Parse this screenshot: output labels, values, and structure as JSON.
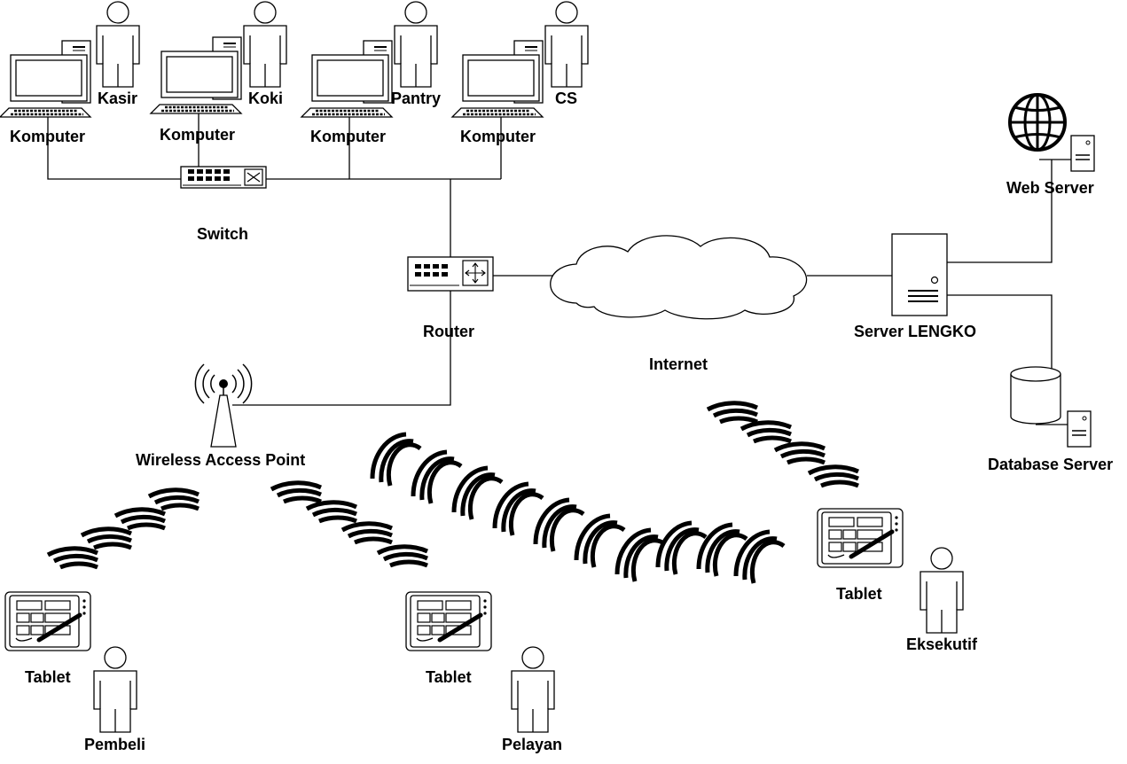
{
  "labels": {
    "kasir": "Kasir",
    "koki": "Koki",
    "pantry": "Pantry",
    "cs": "CS",
    "komputer": "Komputer",
    "switch": "Switch",
    "router": "Router",
    "internet": "Internet",
    "server": "Server LENGKO",
    "web_server": "Web Server",
    "database_server": "Database Server",
    "wap": "Wireless Access Point",
    "tablet": "Tablet",
    "pembeli": "Pembeli",
    "pelayan": "Pelayan",
    "eksekutif": "Eksekutif"
  }
}
